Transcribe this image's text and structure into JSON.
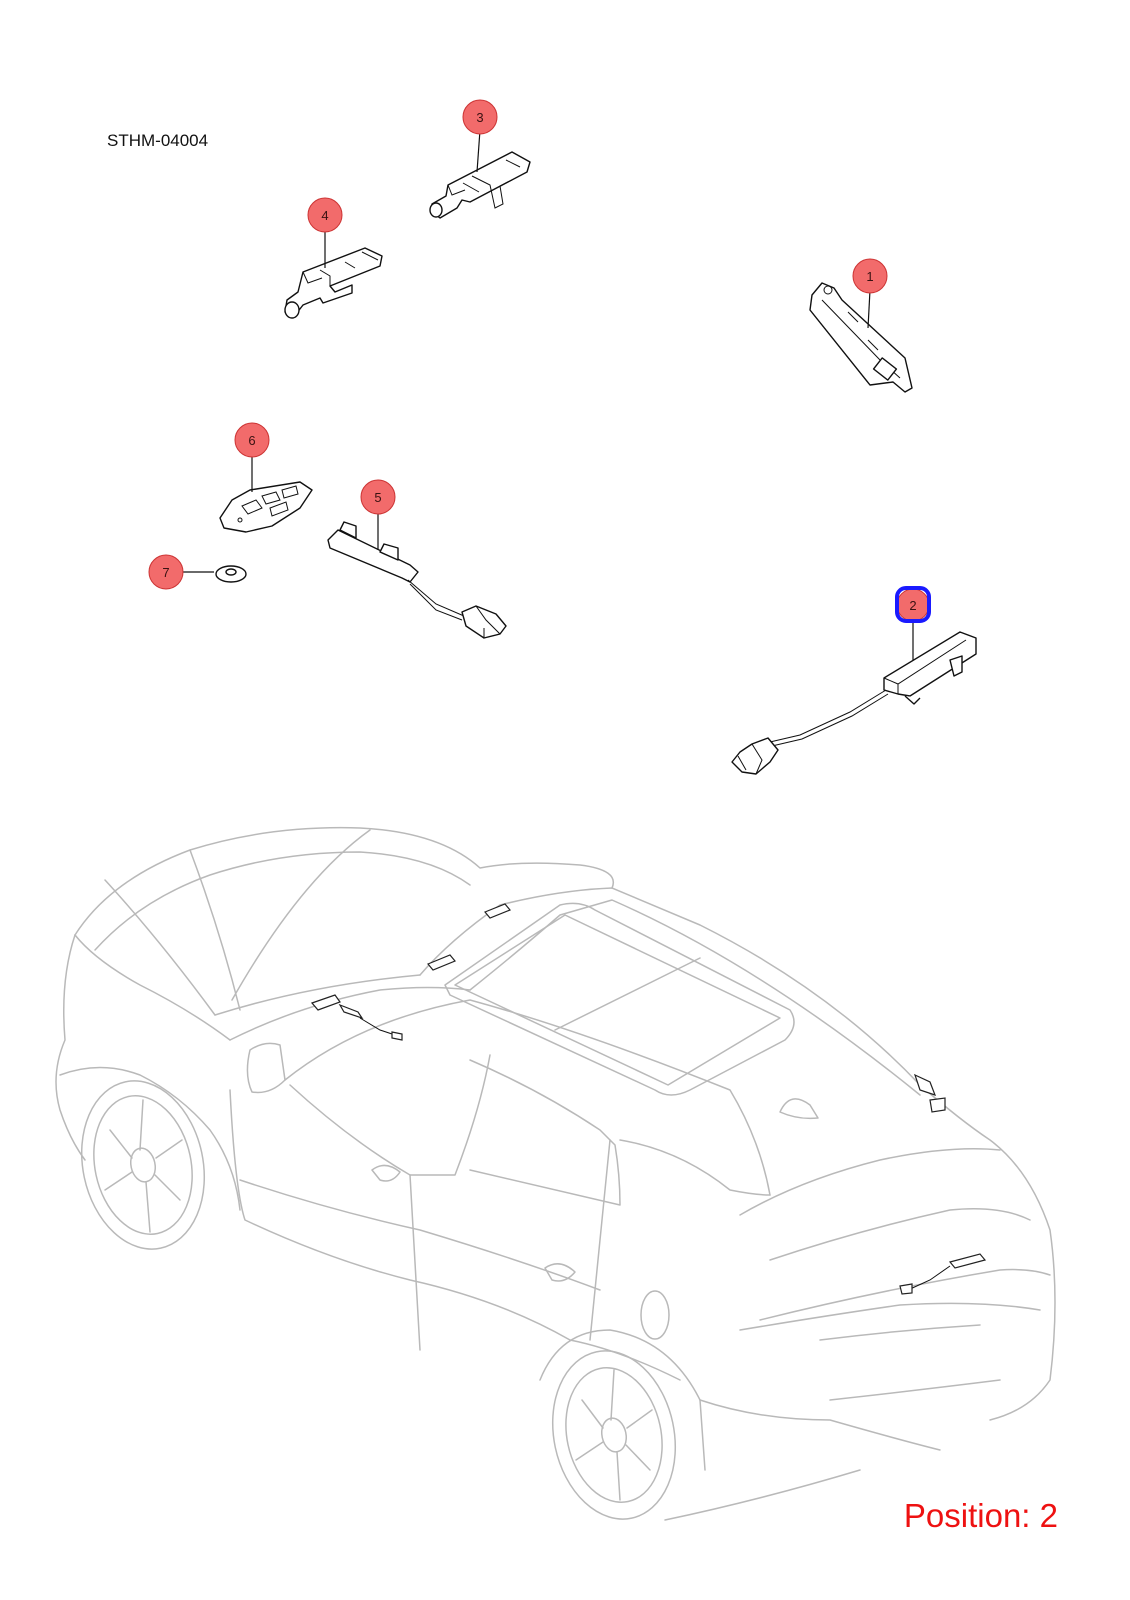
{
  "header": {
    "code": "STHM-04004"
  },
  "footer": {
    "position_label": "Position: 2"
  },
  "selected_position": "2",
  "colors": {
    "callout_fill": "#f26b6b",
    "highlight": "#1a1aff",
    "position_text": "#ee1111"
  },
  "callouts": [
    {
      "id": "1",
      "label": "1"
    },
    {
      "id": "2",
      "label": "2"
    },
    {
      "id": "3",
      "label": "3"
    },
    {
      "id": "4",
      "label": "4"
    },
    {
      "id": "5",
      "label": "5"
    },
    {
      "id": "6",
      "label": "6"
    },
    {
      "id": "7",
      "label": "7"
    }
  ]
}
